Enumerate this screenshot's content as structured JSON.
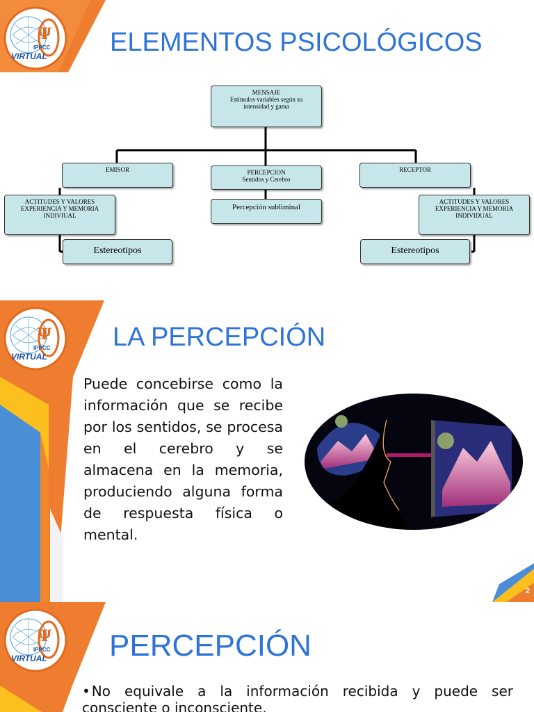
{
  "logo": {
    "text": "VIRTUAL",
    "small": "IPPCC",
    "symbol": "Ψ"
  },
  "slide1": {
    "title": "ELEMENTOS PSICOLÓGICOS",
    "diagram": {
      "mensaje": [
        "MENSAJE",
        "Estímulos variables según su",
        "intensidad y gama"
      ],
      "emisor": "EMISOR",
      "percepcion": [
        "PERCEPCION",
        "Sentidos y Cerebro"
      ],
      "receptor": "RECEPTOR",
      "actitudes_left": [
        "ACTITUDES Y VALORES",
        "EXPERIENCIA Y MEMORIA",
        "INDIVIUAL"
      ],
      "subliminal": "Percepción subliminal",
      "actitudes_right": [
        "ACTITUDES Y VALORES",
        "EXPERIENCIA Y MEMORIA",
        "INDIVIDUAL"
      ],
      "estereotipos_left": "Estereotipos",
      "estereotipos_right": "Estereotipos"
    }
  },
  "slide2": {
    "title": "LA PERCEPCIÓN",
    "paragraph": "Puede concebirse como la información que se recibe por los sentidos, se procesa en el cerebro y se almacena en la memoria, produciendo alguna forma de respuesta física o mental.",
    "page_number": "2"
  },
  "slide3": {
    "title": "PERCEPCIÓN",
    "bullet": "No equivale a la información recibida y puede ser consciente o inconsciente."
  },
  "colors": {
    "title": "#2e74d8",
    "orange": "#ee7d2f",
    "yellow": "#fbbf1e",
    "blue": "#4a8fd6",
    "box": "#c6e6ea"
  }
}
